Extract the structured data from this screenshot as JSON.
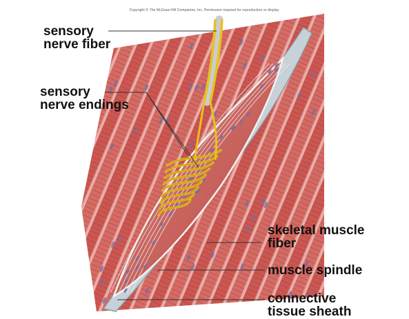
{
  "copyright": "Copyright © The McGraw-Hill Companies, Inc. Permission required for reproduction or display.",
  "labels": {
    "sensory_nerve_fiber": [
      "sensory",
      "nerve fiber"
    ],
    "sensory_nerve_endings": [
      "sensory",
      "nerve endings"
    ],
    "skeletal_muscle_fiber": [
      "skeletal muscle",
      "fiber"
    ],
    "muscle_spindle": [
      "muscle spindle"
    ],
    "connective_tissue_sheath": [
      "connective",
      "tissue sheath"
    ]
  },
  "colors": {
    "muscle_red": "#c8504a",
    "muscle_light": "#e7a39c",
    "nerve_yellow": "#e8c21a",
    "sheath_gray": "#b8c4cc",
    "nucleus_blue": "#6f6fa8"
  }
}
